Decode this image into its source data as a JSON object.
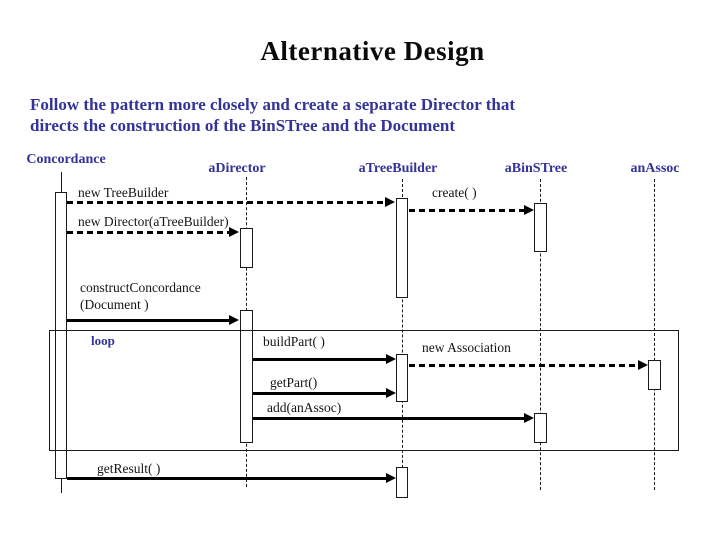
{
  "slide": {
    "title": "Alternative Design",
    "subtitle": "Follow the pattern more closely and create a separate Director that\ndirects the construction of the BinSTree and the Document"
  },
  "diagram": {
    "type": "uml-sequence-diagram",
    "participants": [
      {
        "label": "Concordance"
      },
      {
        "label": "aDirector"
      },
      {
        "label": "aTreeBuilder"
      },
      {
        "label": "aBinSTree"
      },
      {
        "label": "anAssoc"
      }
    ],
    "loop": {
      "label": "loop"
    },
    "messages": [
      {
        "label": "new TreeBuilder",
        "from": "Concordance",
        "to": "aTreeBuilder",
        "line": "dashed"
      },
      {
        "label": "new Director(aTreeBuilder)",
        "from": "Concordance",
        "to": "aDirector",
        "line": "dashed"
      },
      {
        "label": "create( )",
        "from": "aTreeBuilder",
        "to": "aBinSTree",
        "line": "dashed"
      },
      {
        "label": "constructConcordance\n(Document )",
        "from": "Concordance",
        "to": "aDirector",
        "line": "solid"
      },
      {
        "label": "buildPart( )",
        "from": "aDirector",
        "to": "aTreeBuilder",
        "line": "solid"
      },
      {
        "label": "new Association",
        "from": "aTreeBuilder",
        "to": "anAssoc",
        "line": "dashed"
      },
      {
        "label": "getPart()",
        "from": "aDirector",
        "to": "aTreeBuilder",
        "line": "solid"
      },
      {
        "label": "add(anAssoc)",
        "from": "aDirector",
        "to": "aBinSTree",
        "line": "solid"
      },
      {
        "label": "getResult( )",
        "from": "Concordance",
        "to": "aTreeBuilder",
        "line": "solid"
      }
    ]
  },
  "colors": {
    "background": "#ffffff",
    "title_text": "#0a0a0a",
    "accent_text": "#333399",
    "message_text": "#151515",
    "line": "#000000"
  }
}
